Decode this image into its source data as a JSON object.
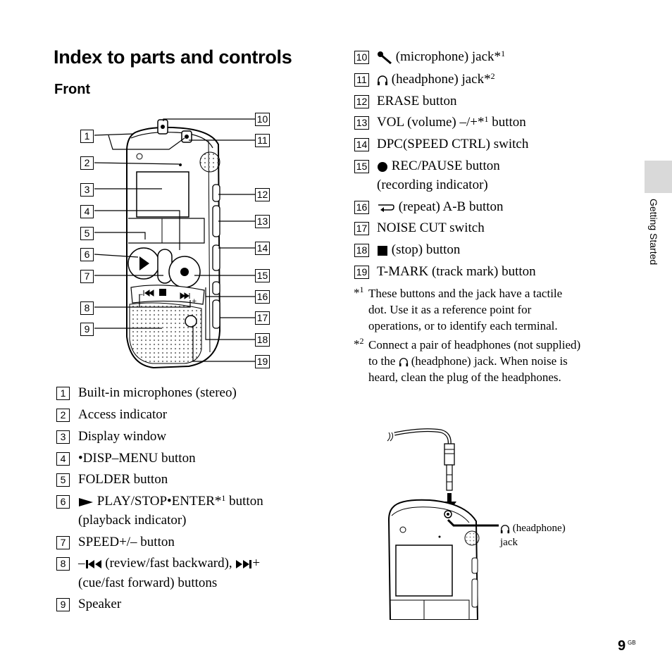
{
  "title": "Index to parts and controls",
  "subtitle": "Front",
  "side_tab": "Getting Started",
  "page": {
    "number": "9",
    "suffix": "GB"
  },
  "left_items": [
    {
      "n": "1",
      "text": "Built-in microphones (stereo)"
    },
    {
      "n": "2",
      "text": "Access indicator"
    },
    {
      "n": "3",
      "text": "Display window"
    },
    {
      "n": "4",
      "text": "•DISP–MENU button"
    },
    {
      "n": "5",
      "text": "FOLDER button"
    },
    {
      "n": "6",
      "pre": "PLAY/STOP•ENTER*",
      "sup": "1",
      "post": " button",
      "text2": "(playback indicator)",
      "icon": "play-icon"
    },
    {
      "n": "7",
      "text": "SPEED+/– button"
    },
    {
      "n": "8",
      "pre": "–",
      "mid": " (review/fast backward), ",
      "post": "+",
      "text2": "(cue/fast forward) buttons",
      "icons": [
        "previous-icon",
        "next-icon"
      ]
    },
    {
      "n": "9",
      "text": "Speaker"
    }
  ],
  "right_items": [
    {
      "n": "10",
      "pre": " (microphone) jack*",
      "sup": "1",
      "icon": "microphone-icon"
    },
    {
      "n": "11",
      "pre": " (headphone) jack*",
      "sup": "2",
      "icon": "headphone-icon"
    },
    {
      "n": "12",
      "text": "ERASE button"
    },
    {
      "n": "13",
      "pre": "VOL (volume) –/+*",
      "sup": "1",
      "post": " button"
    },
    {
      "n": "14",
      "text": "DPC(SPEED CTRL) switch"
    },
    {
      "n": "15",
      "pre": " REC/PAUSE button",
      "text2": "(recording indicator)",
      "icon": "record-icon"
    },
    {
      "n": "16",
      "pre": " (repeat) A-B button",
      "icon": "repeat-icon"
    },
    {
      "n": "17",
      "text": "NOISE CUT switch"
    },
    {
      "n": "18",
      "pre": " (stop) button",
      "icon": "stop-icon"
    },
    {
      "n": "19",
      "text": "T-MARK (track mark) button"
    }
  ],
  "notes": [
    {
      "mark": "*",
      "sup": "1",
      "lines": [
        "These buttons and the jack have a tactile",
        "dot. Use it as a reference point for",
        "operations, or to identify each terminal."
      ]
    },
    {
      "mark": "*",
      "sup": "2",
      "line1": "Connect a pair of headphones (not supplied)",
      "line2_pre": "to the ",
      "line2_post": " (headphone) jack. When noise is",
      "line3": "heard, clean the plug of the headphones."
    }
  ],
  "callout": {
    "label": " (headphone)",
    "label2": "jack"
  },
  "figure_callouts": [
    "1",
    "2",
    "3",
    "4",
    "5",
    "6",
    "7",
    "8",
    "9",
    "10",
    "11",
    "12",
    "13",
    "14",
    "15",
    "16",
    "17",
    "18",
    "19"
  ],
  "icon_names": [
    "play-icon",
    "previous-icon",
    "next-icon",
    "microphone-icon",
    "headphone-icon",
    "record-icon",
    "repeat-icon",
    "stop-icon"
  ]
}
